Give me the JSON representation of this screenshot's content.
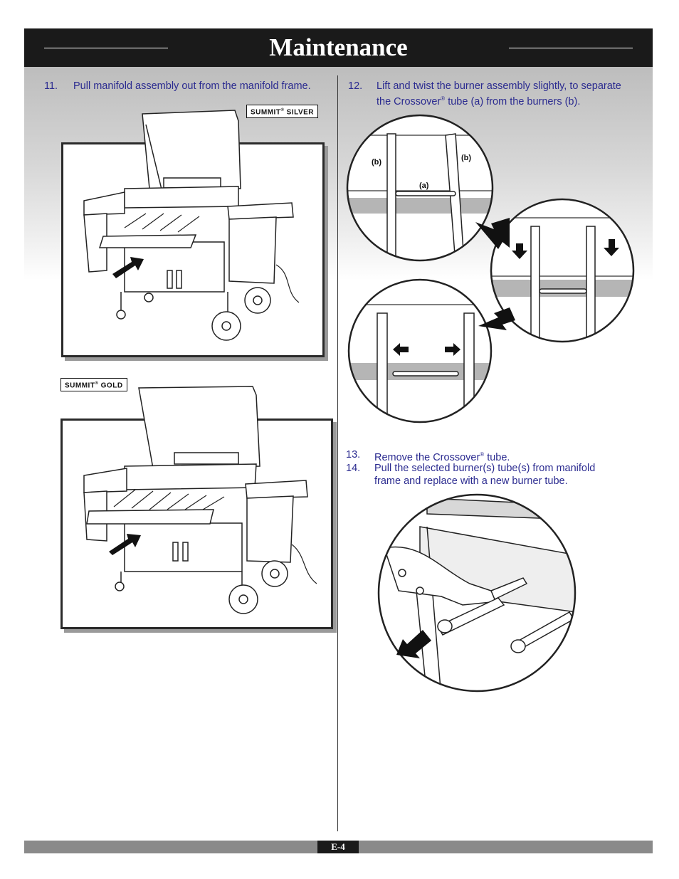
{
  "header": {
    "title": "Maintenance"
  },
  "steps": {
    "s11": {
      "num": "11.",
      "text": "Pull manifold assembly out from the manifold frame."
    },
    "s12": {
      "num": "12.",
      "line1": "Lift and twist the burner assembly slightly, to separate",
      "line2_pre": "the Crossover",
      "reg": "®",
      "line2_post": " tube (a) from the burners (b)."
    },
    "s13": {
      "num": "13.",
      "pre": "Remove the Crossover",
      "reg": "®",
      "post": " tube."
    },
    "s14": {
      "num": "14.",
      "line1": "Pull the selected burner(s) tube(s) from manifold",
      "line2": "frame and replace with a new burner tube."
    }
  },
  "badges": {
    "silver": {
      "name": "SUMMIT",
      "reg": "®",
      "model": "SILVER"
    },
    "gold": {
      "name": "SUMMIT",
      "reg": "®",
      "model": "GOLD"
    }
  },
  "detail_labels": {
    "b_left": "(b)",
    "b_right": "(b)",
    "a": "(a)"
  },
  "footer": {
    "page": "E-4"
  },
  "colors": {
    "instruction_text": "#2b2b90",
    "header_bg": "#1a1a1a",
    "footer_bar": "#8a8a8a"
  }
}
